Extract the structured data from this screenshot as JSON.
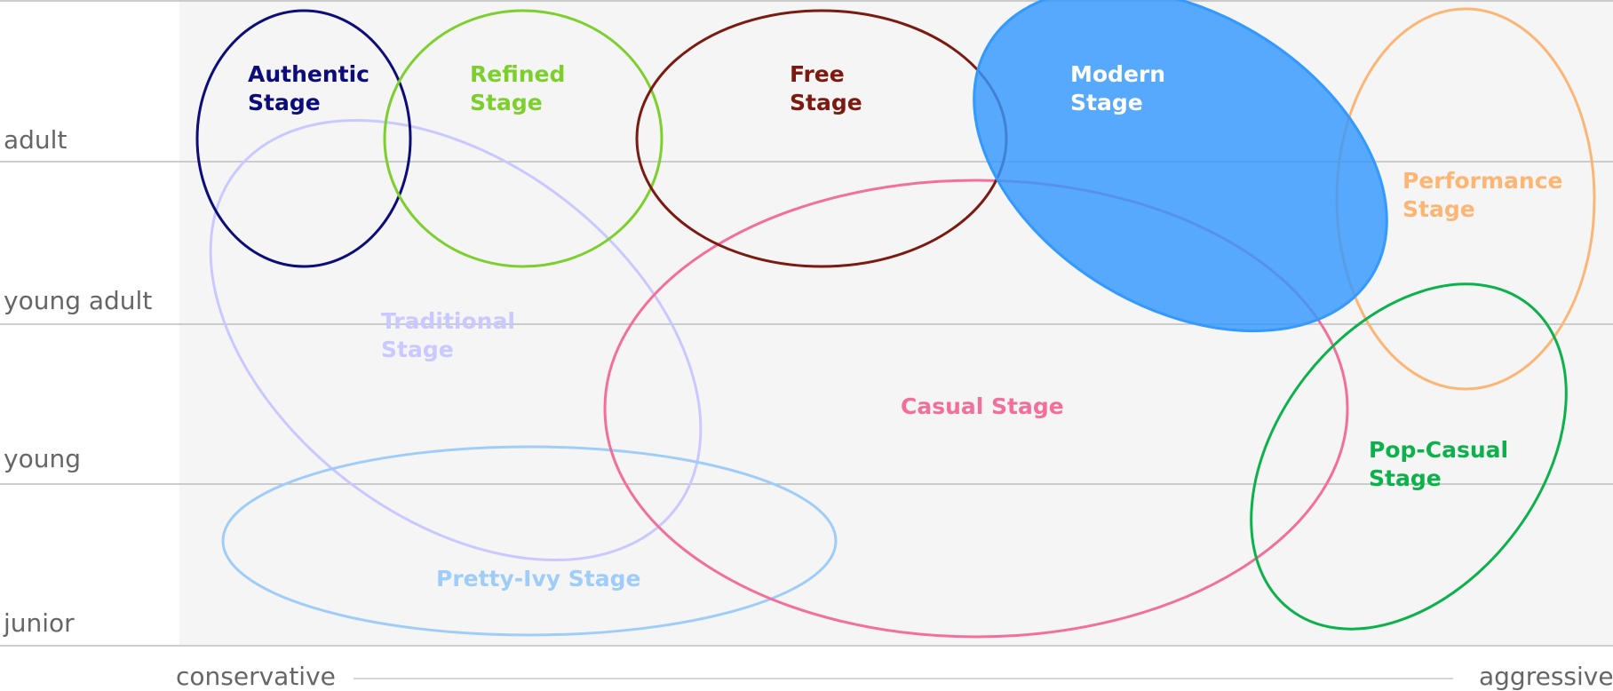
{
  "diagram": {
    "rows": [
      {
        "id": "adult",
        "label": "adult"
      },
      {
        "id": "young-adult",
        "label": "young adult"
      },
      {
        "id": "young",
        "label": "young"
      },
      {
        "id": "junior",
        "label": "junior"
      }
    ],
    "x_axis": {
      "left_label": "conservative",
      "right_label": "aggressive"
    },
    "colors": {
      "panel": "#f5f5f5",
      "gridline": "#bdbdbd",
      "axis_text": "#666666"
    },
    "stages": [
      {
        "id": "traditional",
        "line1": "Traditional",
        "line2": "Stage",
        "color": "#c9c9ff",
        "filled": false
      },
      {
        "id": "pretty-ivy",
        "line1": "Pretty-Ivy Stage",
        "line2": "",
        "color": "#9fcdf7",
        "filled": false
      },
      {
        "id": "casual",
        "line1": "Casual Stage",
        "line2": "",
        "color": "#f36f9b",
        "filled": false
      },
      {
        "id": "authentic",
        "line1": "Authentic",
        "line2": "Stage",
        "color": "#0c0c7a",
        "filled": false
      },
      {
        "id": "refined",
        "line1": "Refined",
        "line2": "Stage",
        "color": "#7ccf2c",
        "filled": false
      },
      {
        "id": "free",
        "line1": "Free",
        "line2": "Stage",
        "color": "#7a1a10",
        "filled": false
      },
      {
        "id": "performance",
        "line1": "Performance",
        "line2": "Stage",
        "color": "#fbb676",
        "filled": false
      },
      {
        "id": "pop-casual",
        "line1": "Pop-Casual",
        "line2": "Stage",
        "color": "#0db14b",
        "filled": false
      },
      {
        "id": "modern",
        "line1": "Modern",
        "line2": "Stage",
        "color": "#3399ff",
        "filled": true,
        "label_color": "#ffffff"
      }
    ]
  }
}
